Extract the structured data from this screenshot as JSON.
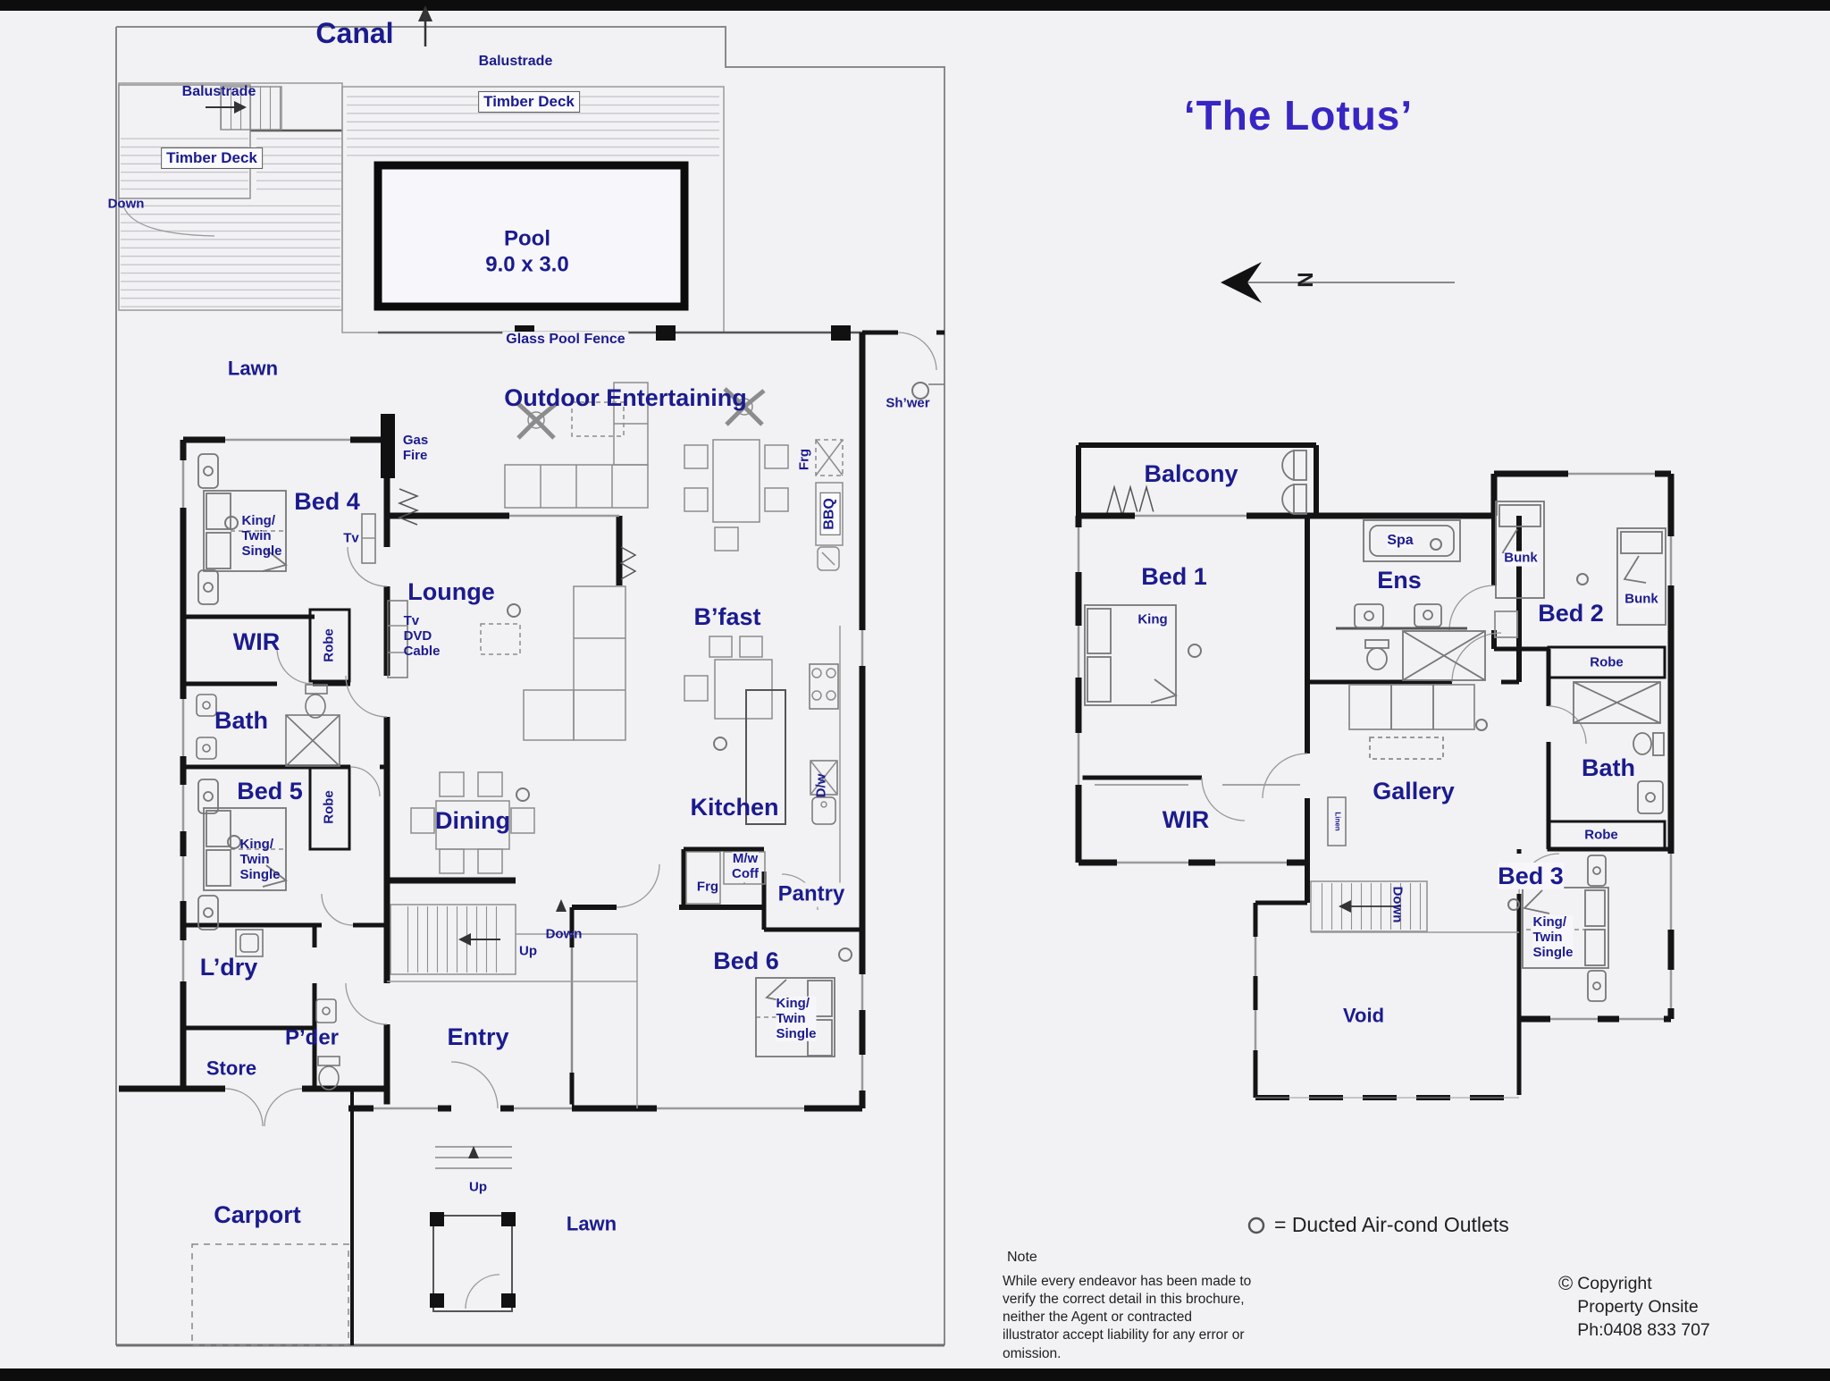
{
  "title": "‘The Lotus’",
  "north": "N",
  "site": {
    "canal": "Canal",
    "balustrade_left": "Balustrade",
    "balustrade_top": "Balustrade",
    "timber_deck_left": "Timber Deck",
    "timber_deck_top": "Timber Deck",
    "deck_down": "Down",
    "pool_title": "Pool",
    "pool_size": "9.0 x 3.0",
    "glass_pool_fence": "Glass Pool Fence",
    "lawn_upper": "Lawn",
    "lawn_lower": "Lawn",
    "carport": "Carport",
    "porch_up": "Up"
  },
  "ground": {
    "outdoor_entertaining": "Outdoor Entertaining",
    "shower": "Sh’wer",
    "gas_fire": "Gas\nFire",
    "frg_outdoor": "Frg",
    "bbq": "BBQ",
    "bed4": "Bed 4",
    "bed4_type": "King/\nTwin\nSingle",
    "bed4_tv": "Tv",
    "wir": "WIR",
    "robe_bed4": "Robe",
    "bath": "Bath",
    "bed5": "Bed 5",
    "bed5_type": "King/\nTwin\nSingle",
    "robe_bed5": "Robe",
    "laundry": "L’dry",
    "powder": "P’der",
    "store": "Store",
    "lounge": "Lounge",
    "lounge_media": "Tv\nDVD\nCable",
    "dining": "Dining",
    "bfast": "B’fast",
    "kitchen": "Kitchen",
    "dw": "D/w",
    "mw_coff": "M/w\nCoff",
    "frg_kitchen": "Frg",
    "pantry": "Pantry",
    "bed6": "Bed 6",
    "bed6_type": "King/\nTwin\nSingle",
    "entry": "Entry",
    "stairs_up": "Up",
    "stairs_down": "Down"
  },
  "upper": {
    "balcony": "Balcony",
    "bed1": "Bed 1",
    "bed1_type": "King",
    "wir": "WIR",
    "ens": "Ens",
    "spa": "Spa",
    "gallery": "Gallery",
    "bed2": "Bed 2",
    "bunk_left": "Bunk",
    "bunk_right": "Bunk",
    "robe_top": "Robe",
    "bath": "Bath",
    "robe_bottom": "Robe",
    "bed3": "Bed 3",
    "bed3_type": "King/\nTwin\nSingle",
    "linen": "Linen",
    "down": "Down",
    "void": "Void"
  },
  "legend": {
    "text": "= Ducted  Air-cond Outlets"
  },
  "note": {
    "heading": "Note",
    "body": "While every endeavor has been made to\nverify the correct detail in this brochure,\nneither the Agent or contracted\nillustrator accept liability for any error or\nomission."
  },
  "copyright": {
    "symbol": "©",
    "line1": "Copyright",
    "line2": "Property Onsite",
    "line3": "Ph:0408 833 707"
  },
  "colors": {
    "label": "#1b1b8e",
    "title": "#3726c3",
    "wall": "#141414",
    "background": "#f2f1f4"
  }
}
